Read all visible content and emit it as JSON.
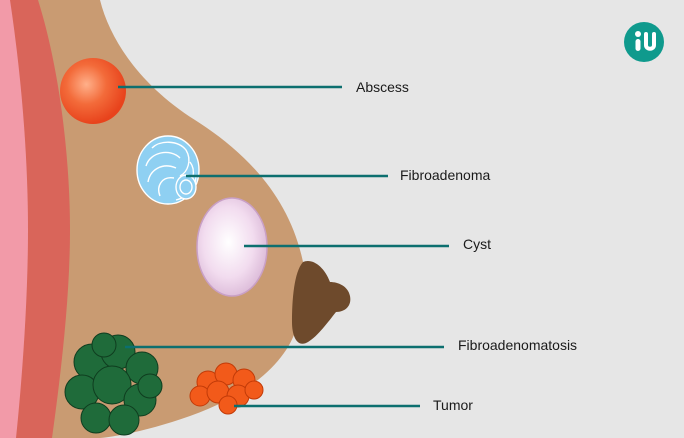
{
  "diagram": {
    "labels": {
      "abscess": "Abscess",
      "fibroadenoma": "Fibroadenoma",
      "cyst": "Cyst",
      "fibroadenomatosis": "Fibroadenomatosis",
      "tumor": "Tumor"
    }
  },
  "colors": {
    "background": "#e6e6e6",
    "skin_outer": "#f29aa8",
    "muscle_layer": "#d9655a",
    "breast_tissue": "#c99b72",
    "nipple": "#6e4a2c",
    "leader_line": "#0c6f6f",
    "abscess": "#f0552a",
    "fibroadenoma": "#8fd0f2",
    "cyst": "#efd7ec",
    "fibroadenomatosis": "#1f6b3a",
    "tumor": "#f25a1a",
    "logo": "#0f9a8d"
  },
  "logo": {
    "icon": "brand-logo-icon"
  }
}
